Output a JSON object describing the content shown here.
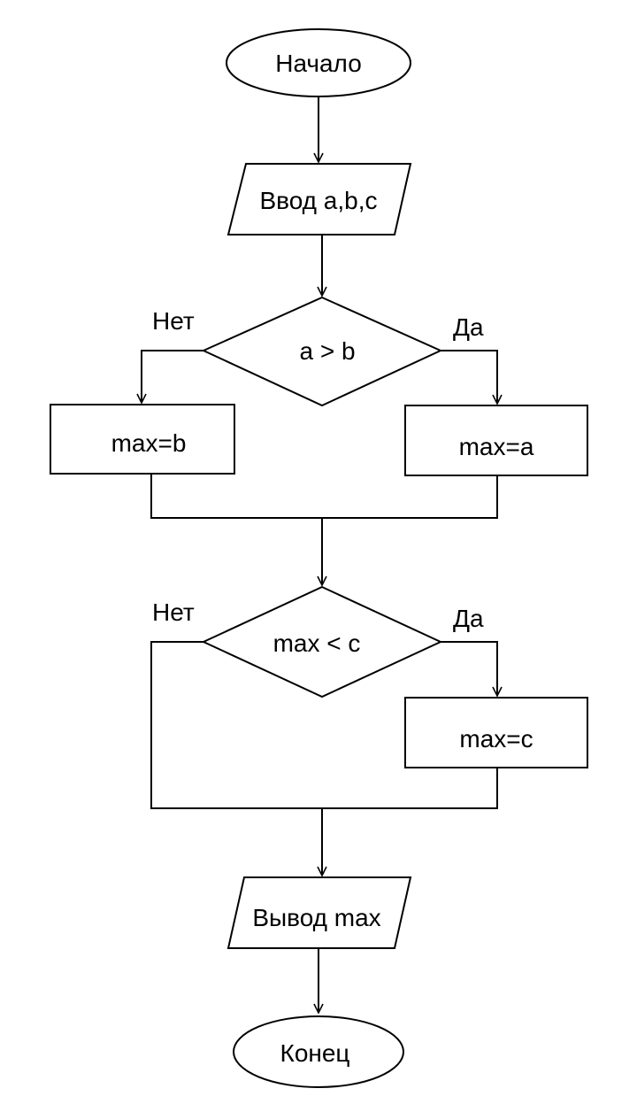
{
  "diagram": {
    "start": "Начало",
    "input": "Ввод a,b,c",
    "cond1": {
      "text": "a > b",
      "no_label": "Нет",
      "yes_label": "Да"
    },
    "assign_b": "max=b",
    "assign_a": "max=a",
    "cond2": {
      "text": "max < c",
      "no_label": "Нет",
      "yes_label": "Да"
    },
    "assign_c": "max=c",
    "output": "Вывод max",
    "end": "Конец"
  }
}
